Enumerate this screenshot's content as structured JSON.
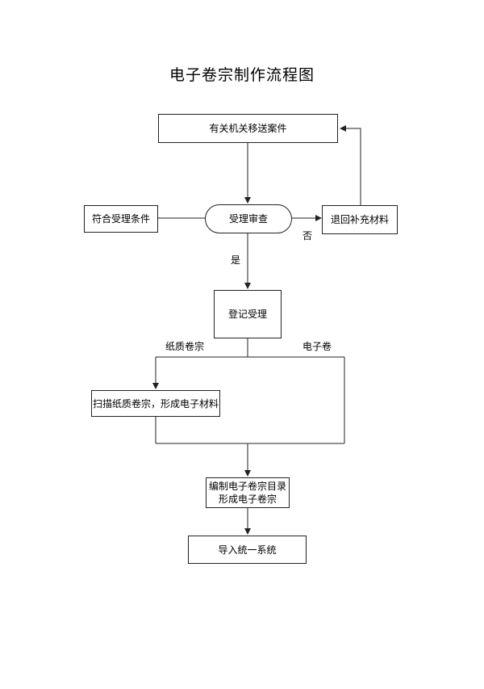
{
  "title": "电子卷宗制作流程图",
  "nodes": {
    "transfer": "有关机关移送案件",
    "meets_conditions": "符合受理条件",
    "review": "受理审查",
    "return_materials": "退回补充材料",
    "register": "登记受理",
    "scan": "扫描纸质卷宗，形成电子材料",
    "compile_line1": "编制电子卷宗目录",
    "compile_line2": "形成电子卷宗",
    "import": "导入统一系统"
  },
  "labels": {
    "no": "否",
    "yes": "是",
    "paper": "纸质卷宗",
    "electronic": "电子卷"
  }
}
